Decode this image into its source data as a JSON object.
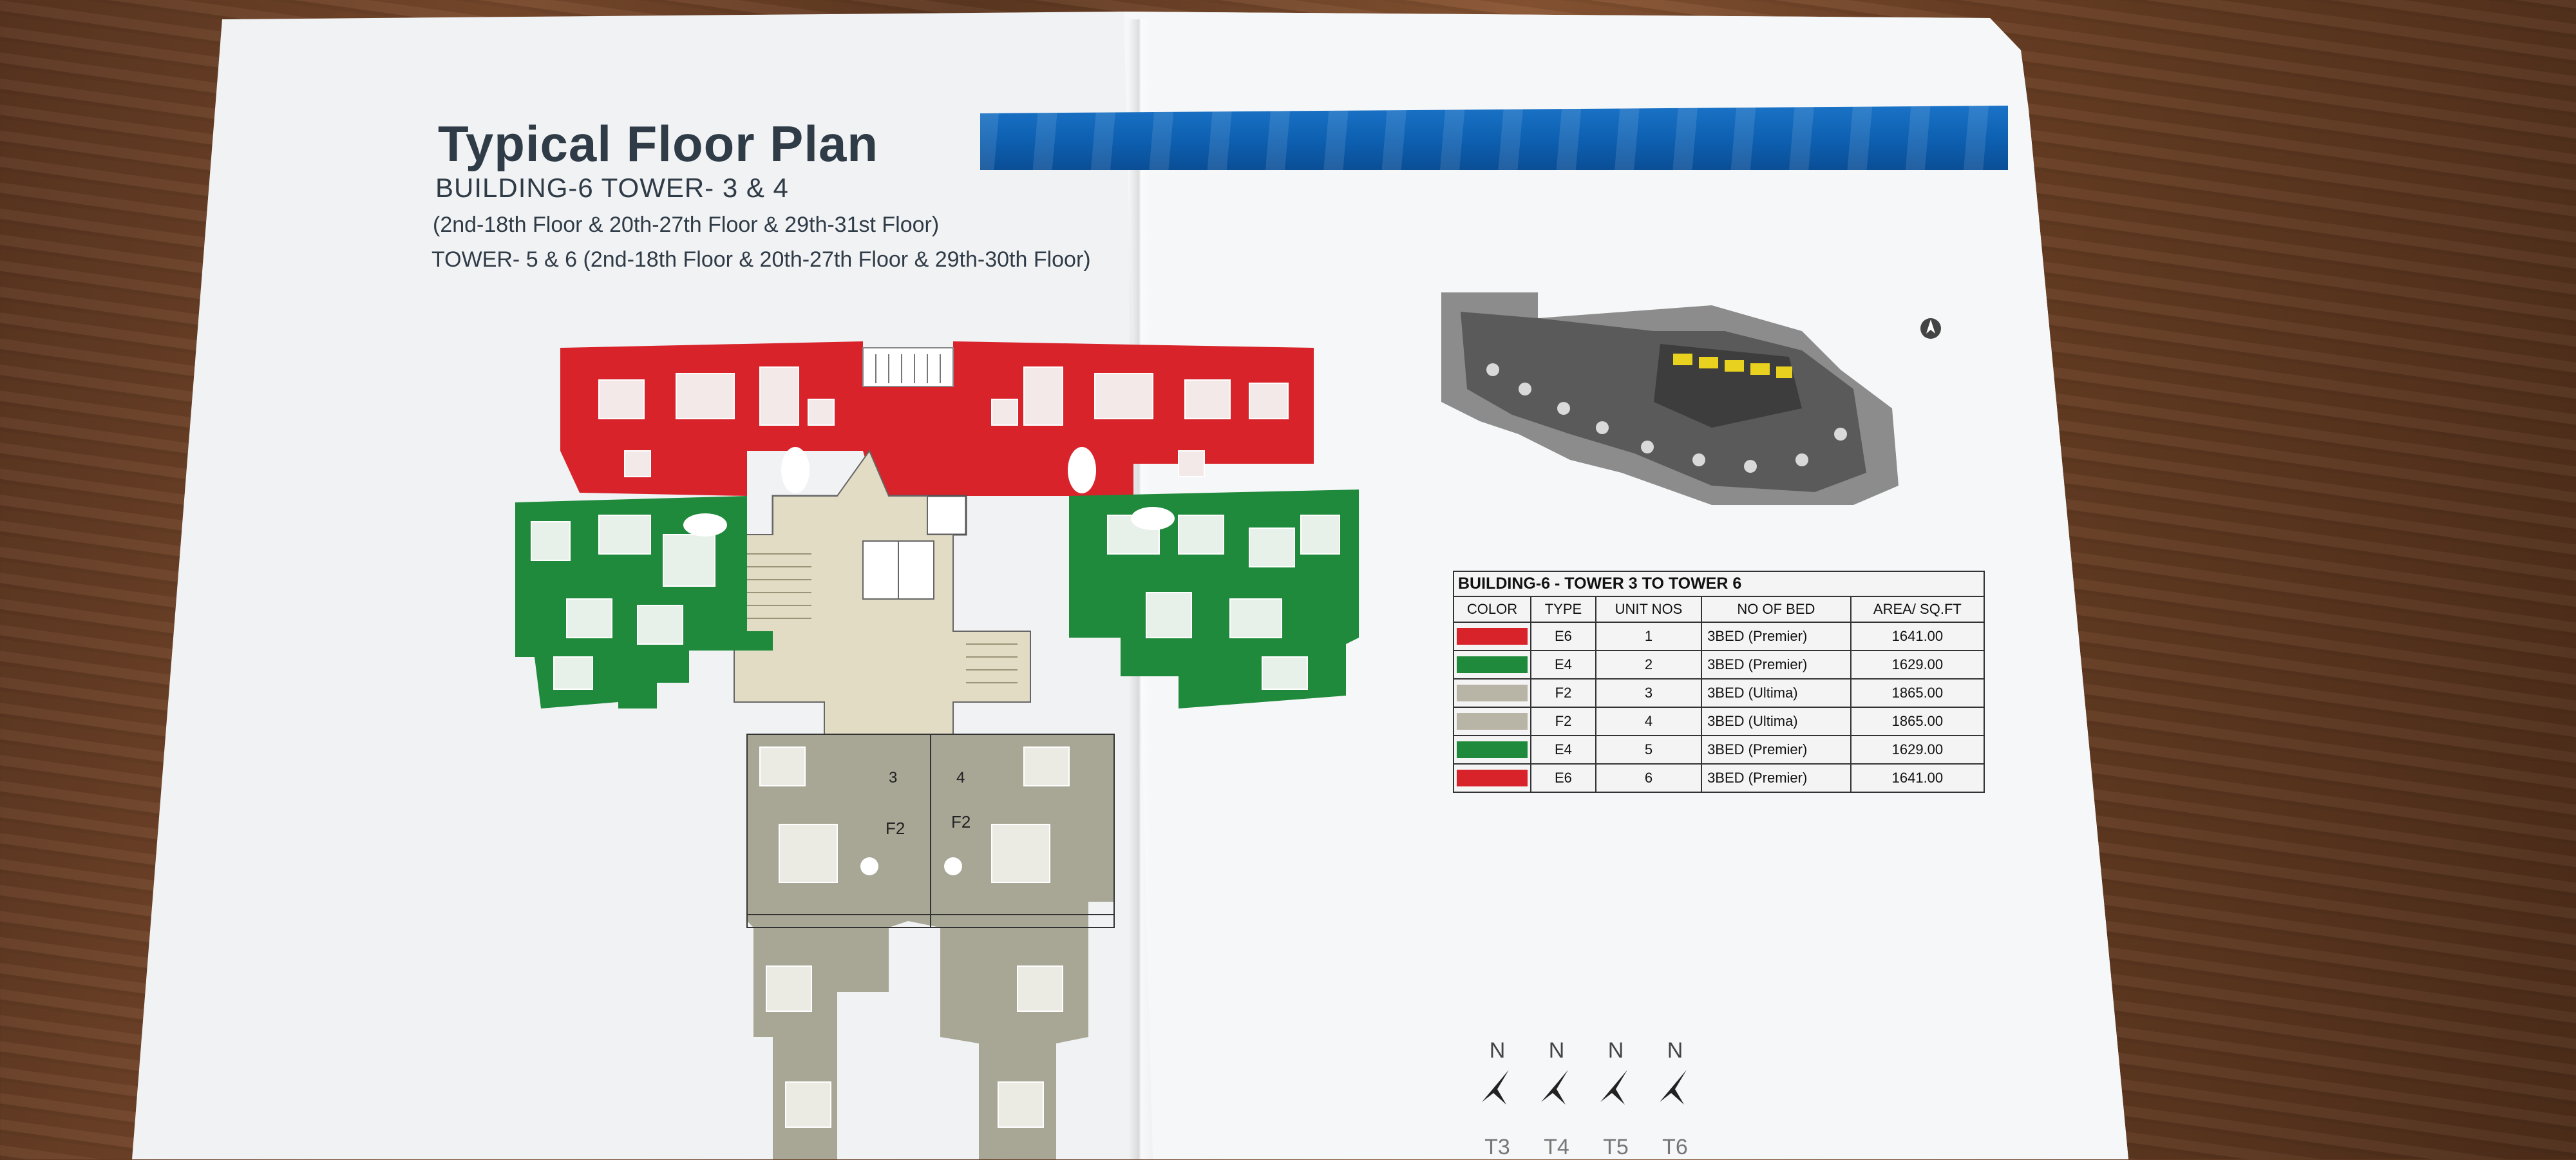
{
  "document": {
    "title": "Typical Floor Plan",
    "subtitle": "BUILDING-6 TOWER- 3 & 4",
    "floor_line_1": "(2nd-18th Floor & 20th-27th Floor & 29th-31st Floor)",
    "floor_line_2": "TOWER- 5 & 6 (2nd-18th Floor & 20th-27th Floor & 29th-30th Floor)"
  },
  "plan": {
    "unit_labels": {
      "unit_3": "3",
      "unit_4": "4",
      "type_left": "F2",
      "type_right": "F2"
    }
  },
  "table": {
    "caption": "BUILDING-6 - TOWER 3 TO TOWER 6",
    "headers": [
      "COLOR",
      "TYPE",
      "UNIT NOS",
      "NO OF BED",
      "AREA/ SQ.FT"
    ],
    "rows": [
      {
        "color": "#d8232a",
        "type": "E6",
        "unit": "1",
        "bed": "3BED (Premier)",
        "area": "1641.00"
      },
      {
        "color": "#1f8a3b",
        "type": "E4",
        "unit": "2",
        "bed": "3BED (Premier)",
        "area": "1629.00"
      },
      {
        "color": "#b8b4a6",
        "type": "F2",
        "unit": "3",
        "bed": "3BED (Ultima)",
        "area": "1865.00"
      },
      {
        "color": "#b8b4a6",
        "type": "F2",
        "unit": "4",
        "bed": "3BED (Ultima)",
        "area": "1865.00"
      },
      {
        "color": "#1f8a3b",
        "type": "E4",
        "unit": "5",
        "bed": "3BED (Premier)",
        "area": "1629.00"
      },
      {
        "color": "#d8232a",
        "type": "E6",
        "unit": "6",
        "bed": "3BED (Premier)",
        "area": "1641.00"
      }
    ]
  },
  "north_arrows": [
    {
      "n": "N",
      "label": "T3"
    },
    {
      "n": "N",
      "label": "T4"
    },
    {
      "n": "N",
      "label": "T5"
    },
    {
      "n": "N",
      "label": "T6"
    }
  ],
  "colors": {
    "red_units": "#d8232a",
    "green_units": "#1f8a3b",
    "grey_units": "#a8a796",
    "core": "#e2dcc4",
    "blue_band": "#0d5fb0"
  }
}
